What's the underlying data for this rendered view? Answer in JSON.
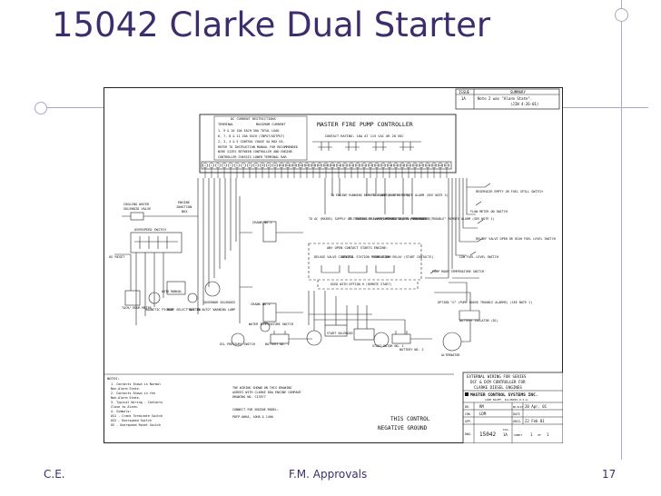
{
  "title": "15042 Clarke Dual Starter",
  "footer": {
    "left": "C.E.",
    "center": "F.M. Approvals",
    "page": "17"
  },
  "schematic": {
    "controller_title": "MASTER FIRE PUMP CONTROLLER",
    "dc_restrictions": {
      "heading": "DC CURRENT RESTRICTIONS",
      "col_terminal": "TERMINAL",
      "col_max": "MAXIMUM CURRENT",
      "rows": [
        "1, 9 & 10    10A EACH 30A TOTAL LOAD",
        "6, 7, 8 & 11  20A EACH (INPUT/OUTPUT)",
        "2, 3, 4 & 5   CONTROL CHASE 5A MAX EA.",
        "REFER TO INSTRUCTION MANUAL FOR RECOMMENDED",
        "WIRE SIZES BETWEEN CONTROLLER AND ENGINE.",
        "CONTROLLER CHASSIS LOWER TERMINAL BAR"
      ]
    },
    "contact_rating": "CONTACT RATING: 10A AT 115 VAC OR 28 VDC",
    "revision": {
      "col_issue": "ISSUE",
      "col_summary": "SUMMARY",
      "issue": "1A",
      "summary": "Note 2 was \"Alarm State\".",
      "summary2": "(JIW 4-26-01)"
    },
    "terminals": [
      "1",
      "2",
      "3",
      "4",
      "5",
      "6",
      "7",
      "8",
      "9",
      "10",
      "11",
      "12",
      "301",
      "302",
      "303",
      "304",
      "305",
      "306",
      "307",
      "308",
      "309",
      "310",
      "311",
      "312",
      "313",
      "314",
      "315",
      "316",
      "317",
      "318",
      "319",
      "320",
      "321",
      "322",
      "323",
      "324",
      "325",
      "326",
      "327"
    ],
    "labels": {
      "cooling_water": "COOLING WATER",
      "solenoid_valve": "SOLENOID VALVE",
      "engine_junction": "ENGINE",
      "junction_box": "JUNCTION",
      "box": "BOX",
      "overspeed_switch": "OVERSPEED SWITCH",
      "os_reset": "OS RESET",
      "tach_hour_meter": "TACH/ HOUR METER",
      "magnetic_pickup": "MAGNETIC PICKUP",
      "mode_select": "MODE SELECT SWITCH",
      "hot_in_auto": "\"NOT IN AUTO\" WARNING LAMP",
      "auto_manual": "AUTO  MANUAL",
      "governor_solenoid": "GOVERNOR SOLENOID",
      "crank_no1": "CRANK NO.1",
      "crank_no2": "CRANK NO.2",
      "water_temp_switch": "WATER TEMPERATURE SWITCH",
      "oil_pressure_switch": "OIL PRESSURE SWITCH",
      "battery_no1": "BATTERY NO. 1",
      "battery_no2": "BATTERY NO. 2",
      "start_solenoid": "START SOLENOID",
      "start_motor": "START MOTOR NO. 1",
      "alternator": "ALTERNATOR",
      "battery_isolator": "BATTERY ISOLATOR (D1)",
      "to_engine_running": "TO ENGINE RUNNING REMOTE ALARM (SEE NOTE 1)",
      "to_switch_off": "TO \"SWITCH OFF\" REMOTE ALARM (SEE NOTE 2)",
      "to_ac_mains": "TO AC (MAINS) SUPPLY AT CONTROLLER NAMEPLATE VOLTAGE & FREQUENCY",
      "to_engine_failure": "TO \"ENGINE FAILURE\" REMOTE ALARM (SEE NOTE 1)",
      "option_c": "(OPTION \"C\") TO \"PUMPHOUSE TROUBLE\" REMOTE ALARM (SEE NOTE 1)",
      "reservoir_empty": "RESERVOIR EMPTY OR FUEL SPILL SWITCH",
      "flow_meter": "FLOW METER ON SWITCH",
      "relief_valve": "RELIEF VALVE OPEN OR HIGH FUEL LEVEL SWITCH",
      "low_fuel": "LOW FUEL LEVEL SWITCH",
      "pump_room_temp": "PUMP ROOM TEMPERATURE SWITCH",
      "option_g": "OPTION \"G\" (PUMP HOUSE TROUBLE ALARMS) (SEE NOTE 1)",
      "any_open_contact": "ANY OPEN CONTACT STARTS ENGINE:",
      "deluge": "DELUGE VALVE CONTACTS",
      "central_station": "CENTRAL STATION PUSHBUTTON",
      "fire_alarm": "FIRE ALARM RELAY (START CONTACTS)",
      "used_with_option": "USED WITH OPTION H (REMOTE START)"
    },
    "notes": {
      "heading": "NOTES:",
      "lines": [
        "1. Contacts Shown in Normal",
        "   Non-Alarm State.",
        "2. Contacts Shown in the",
        "   Non-Alarm State.",
        "3. Typical Wiring - Contacts",
        "   Close to Alarm.",
        "4. Symbols:",
        "   OS1 - Crank Terminate Switch",
        "   OS2 - Overspeed Switch",
        "   OS - Overspeed Reset Switch"
      ]
    },
    "wiring_note": [
      "THE WIRING SHOWN ON THIS DRAWING",
      "AGREES WITH CLARKE DDA ENGINE COMPANY",
      "DRAWING NO. C13977"
    ],
    "connect_note": [
      "CONNECT FOR ENGINE MODEL:",
      "PDFP-06HA, 10HA & 14HA"
    ],
    "ground_note": [
      "THIS CONTROL",
      "NEGATIVE GROUND"
    ],
    "title_block": {
      "line1": "EXTERNAL WIRING FOR SERIES",
      "line2": "DCF & DCM CONTROLLER FOR",
      "line3": "CLARKE DIESEL ENGINES",
      "company": "MASTER CONTROL SYSTEMS INC.",
      "company_sub": "LAKE BLUFF, ILLINOIS U.S.A.",
      "dr_label": "DR.",
      "dr_value": "RM",
      "issued_label": "RE-PLOT",
      "issued_value": "20 Apr. 01",
      "chk_label": "CHK.",
      "chk_value": "LDM",
      "date_label": "DATE",
      "date_value": "",
      "app_label": "APP.",
      "app_value": "",
      "orig_label": "ORIG.",
      "orig_value": "22 Feb 01",
      "dwg_label": "DWG.",
      "dwg_value": "15042",
      "iss_label": "ISS.",
      "iss_value": "1A",
      "sheet_label": "SHEET",
      "sheet_value": "1",
      "of_label": "OF",
      "of_value": "1"
    }
  }
}
